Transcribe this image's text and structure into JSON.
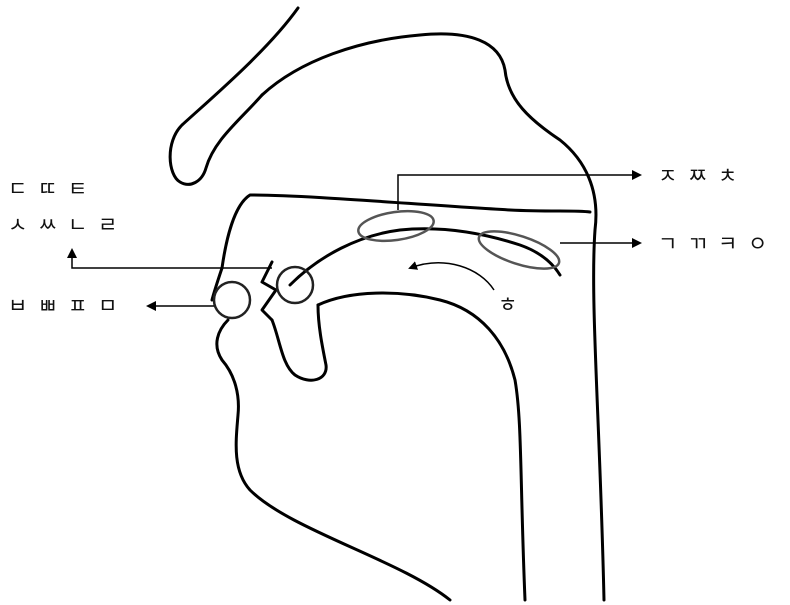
{
  "labels": {
    "alveolar_row1": "ㄷ ㄸ ㅌ",
    "alveolar_row2": "ㅅ ㅆ ㄴ ㄹ",
    "bilabial": "ㅂ ㅃ ㅍ ㅁ",
    "palatal": "ㅈ ㅉ ㅊ",
    "velar": "ㄱ ㄲ ㅋ ㅇ",
    "glottal": "ㅎ"
  },
  "colors": {
    "line": "#000000",
    "region_oval": "#555555",
    "background": "#ffffff"
  }
}
